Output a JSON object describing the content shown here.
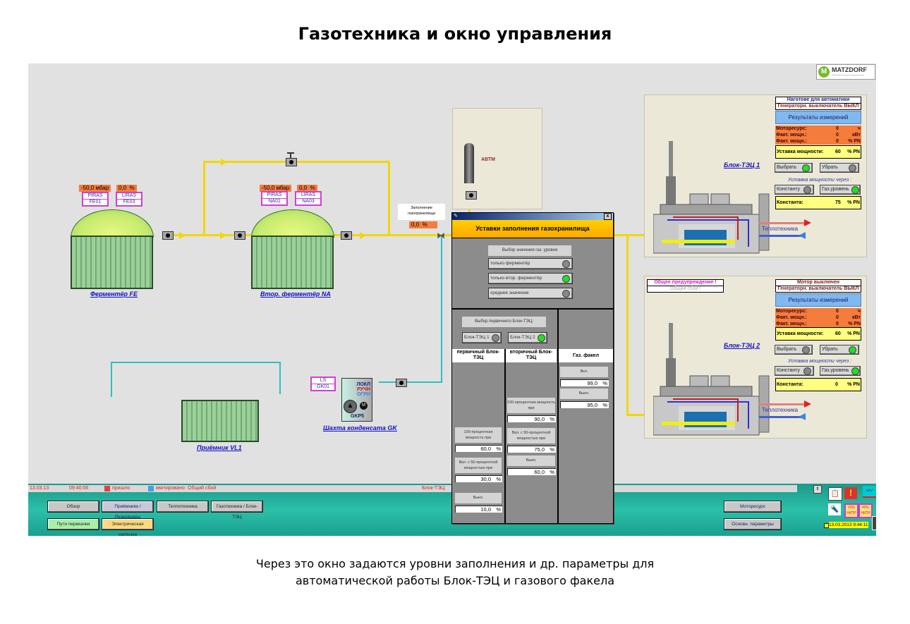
{
  "slide": {
    "title": "Газотехника и окно управления",
    "caption_line1": "Через это окно задаются уровни заполнения и др. параметры для",
    "caption_line2": "автоматической работы Блок-ТЭЦ и газового факела"
  },
  "logo": {
    "text": "MATZDORF",
    "subtext": "PROZESSAUTOMATION",
    "color": "#7ab830"
  },
  "fermenter_fe": {
    "pressure": "-50,0",
    "pressure_unit": "мбар",
    "level": "0,0",
    "level_unit": "%",
    "tag1_a": "PIRAS",
    "tag1_b": "FE01",
    "tag2_a": "LIRAS",
    "tag2_b": "FE03",
    "label": "Ферментёр FE"
  },
  "fermenter_na": {
    "pressure": "-50,0",
    "pressure_unit": "мбар",
    "level": "0,0",
    "level_unit": "%",
    "tag1_a": "PIRAS",
    "tag1_b": "NA01",
    "tag2_a": "LIRAS",
    "tag2_b": "NA03",
    "label": "Втор. ферментёр NA"
  },
  "gas_storage": {
    "label_line1": "Заполнение",
    "label_line2": "газохранилища",
    "value": "0,0",
    "unit": "%"
  },
  "flare": {
    "label": "АВТМ"
  },
  "receiver": {
    "label": "Приёмник VL1"
  },
  "condensate": {
    "tag_a": "LS",
    "tag_b": "GK01",
    "mode1": "ЛОКЛ",
    "mode2": "РУЧН",
    "mode3": "ОГРН",
    "pump_id": "GKP5",
    "motor": "M",
    "label": "Шахта конденсата GK"
  },
  "chp1": {
    "label": "Блок-ТЭЦ 1",
    "status1": "Наготове для автоматики",
    "status2": "Генераторн. выключатель ВЫКЛ",
    "measure_btn": "Результаты измерений",
    "rows": [
      {
        "name": "Моторесурс:",
        "value": "0",
        "unit": "ч"
      },
      {
        "name": "Факт. мощн.:",
        "value": "0",
        "unit": "кВт"
      },
      {
        "name": "Факт. мощн.:",
        "value": "0",
        "unit": "% PN"
      }
    ],
    "setpoint_label": "Уставка мощности:",
    "setpoint_value": "60",
    "setpoint_unit": "% PN",
    "select_btn": "Выбрать",
    "select_on": true,
    "remove_btn": "Убрать",
    "remove_on": false,
    "via_label": "Уставка мощности через :",
    "const_btn": "Константу",
    "const_on": false,
    "gas_btn": "Газ.уровень",
    "gas_on": true,
    "const_label": "Константа:",
    "const_value": "75",
    "const_unit": "% PN",
    "heat_label": "Теплотехника"
  },
  "chp2": {
    "label": "Блок-ТЭЦ 2",
    "warn1": "Общее предупреждение !",
    "warn2": "Общий сбой !",
    "status1": "Мотор выключен",
    "status2": "Генераторн. выключатель ВЫКЛ",
    "measure_btn": "Результаты измерений",
    "rows": [
      {
        "name": "Моторесурс:",
        "value": "0",
        "unit": "ч"
      },
      {
        "name": "Факт. мощн.:",
        "value": "0",
        "unit": "кВт"
      },
      {
        "name": "Факт. мощн.:",
        "value": "0",
        "unit": "% PN"
      }
    ],
    "setpoint_label": "Уставка мощности:",
    "setpoint_value": "60",
    "setpoint_unit": "% PN",
    "select_btn": "Выбрать",
    "select_on": false,
    "remove_btn": "Убрать",
    "remove_on": true,
    "via_label": "Уставка мощности через :",
    "const_btn": "Константу",
    "const_on": false,
    "gas_btn": "Газ.уровень",
    "gas_on": true,
    "const_label": "Константа:",
    "const_value": "0",
    "const_unit": "% PN",
    "heat_label": "Теплотехника"
  },
  "dialog": {
    "title": "Уставки заполнения газохранилища",
    "close": "x",
    "level_source_header": "Выбор значения газ. уровня",
    "level_options": [
      {
        "label": "только ферментёр",
        "on": false
      },
      {
        "label": "только втор. ферментёр",
        "on": true
      },
      {
        "label": "среднее значение",
        "on": false
      }
    ],
    "primary_header": "Выбор первичного Блок-ТЭЦ:",
    "chp_options": [
      {
        "label": "Блок-ТЭЦ 1",
        "on": false
      },
      {
        "label": "Блок-ТЭЦ 2",
        "on": true
      }
    ],
    "col_primary": "первичный Блок-ТЭЦ",
    "col_secondary": "вторичный Блок-ТЭЦ",
    "col_flare": "Газ. факел",
    "primary": [
      {
        "label": "100-процентная мощность при",
        "value": "60,0",
        "unit": "%"
      },
      {
        "label": "Вкл. с 50-процентной мощностью при",
        "value": "30,0",
        "unit": "%"
      },
      {
        "label": "Выкл.",
        "value": "10,0",
        "unit": "%"
      }
    ],
    "secondary": [
      {
        "label": "100-процентная мощность при",
        "value": "90,0",
        "unit": "%"
      },
      {
        "label": "Вкл. с 50-процентной мощностью при",
        "value": "75,0",
        "unit": "%"
      },
      {
        "label": "Выкл.",
        "value": "60,0",
        "unit": "%"
      }
    ],
    "flare": [
      {
        "label": "Вкл.",
        "value": "99,0",
        "unit": "%"
      },
      {
        "label": "Выкл.",
        "value": "95,0",
        "unit": "%"
      }
    ]
  },
  "alarm": {
    "date": "13.03.13",
    "time": "09:40:06",
    "came": "пришло",
    "acked": "квитировано",
    "text": "Общий сбой",
    "source": "Блок-ТЭЦ"
  },
  "nav": {
    "overview": "Обзор",
    "receivers": "Приёмники / Резервуары",
    "heat": "Теплотехника",
    "gas": "Газотехника / Блок-ТЭЦ",
    "pump_paths": "Пути перекачки",
    "electric": "Электрическая нагрузка",
    "motor_resource": "Моторесурс",
    "main_params": "Основн. параметры",
    "lel20": "20% НКПР",
    "lel40": "40% НКПР",
    "datetime": "13.03.2013 9:44:11"
  }
}
